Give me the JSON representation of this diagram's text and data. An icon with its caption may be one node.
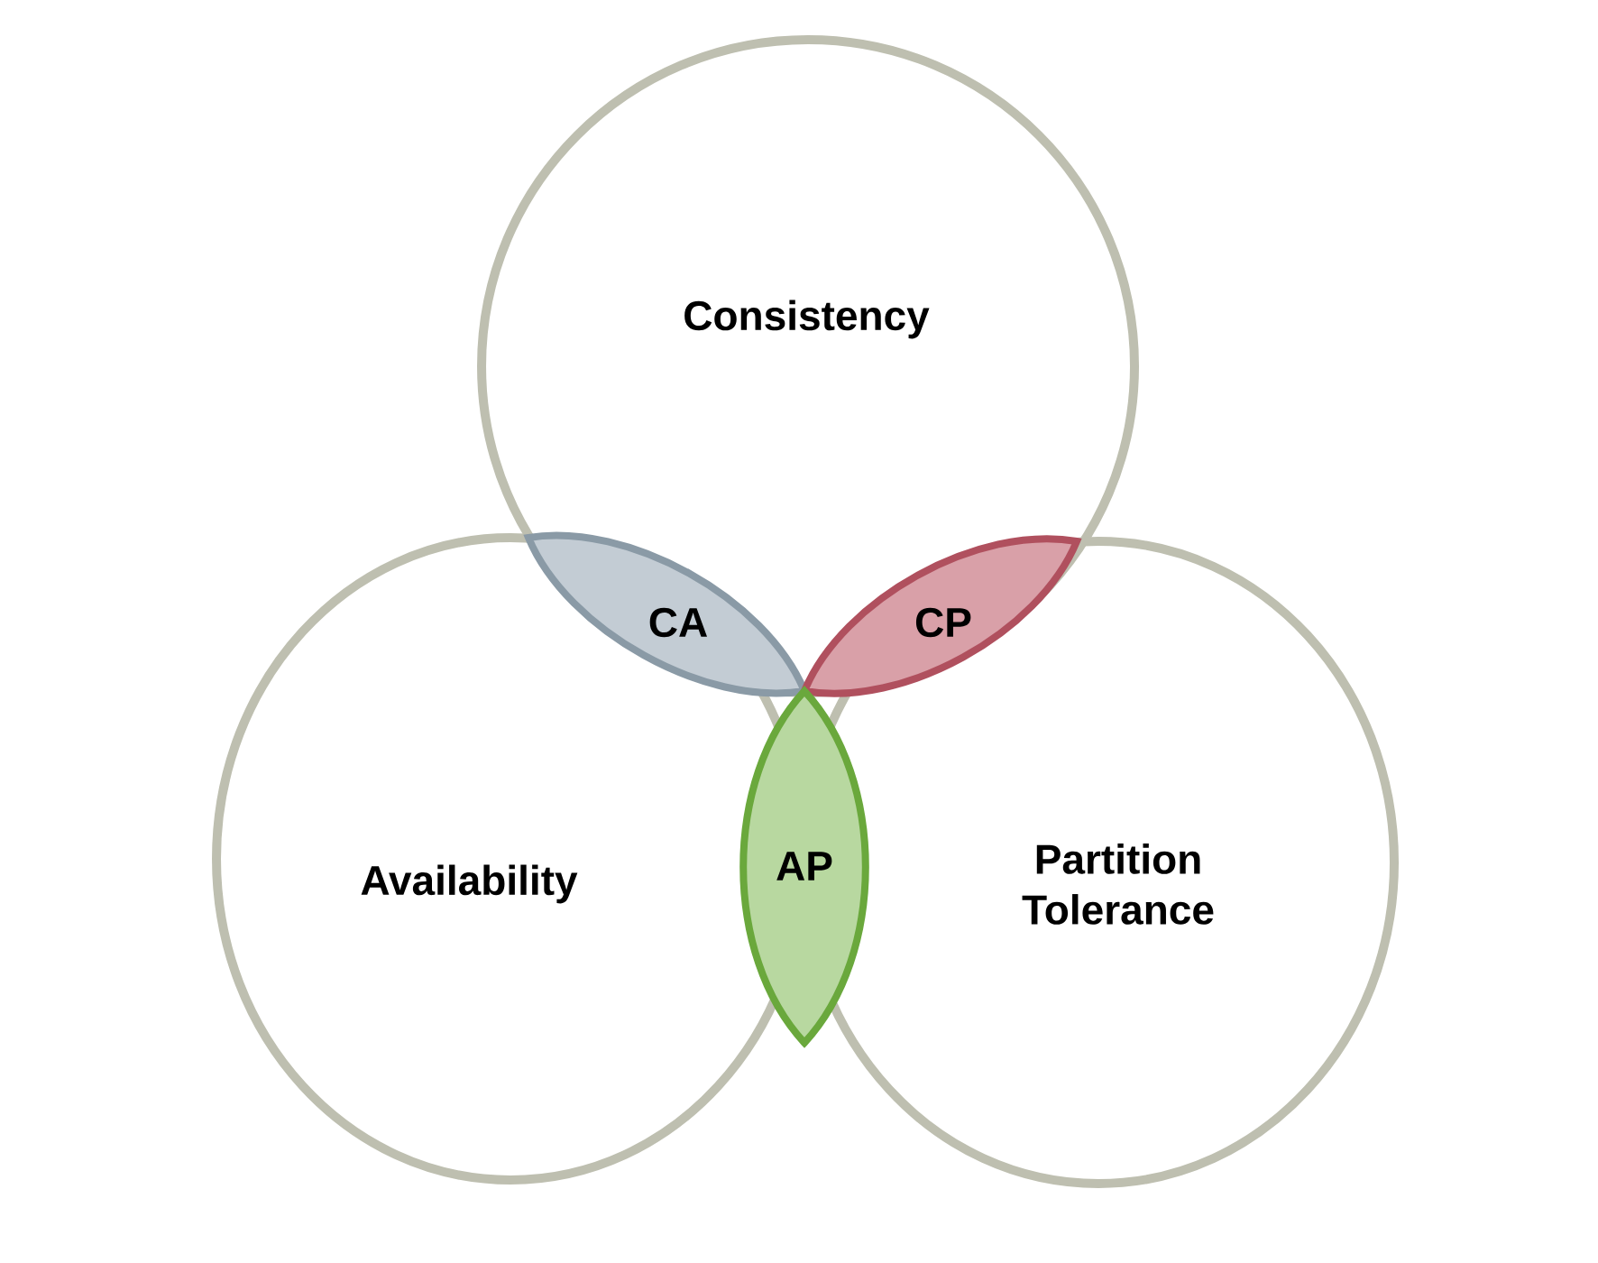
{
  "diagram": {
    "nodes": [
      {
        "text": [
          "Consistency"
        ]
      },
      {
        "text": [
          "Availability"
        ]
      },
      {
        "text": [
          "Partition Tolerance"
        ]
      },
      {
        "text": [
          "CA"
        ]
      },
      {
        "text": [
          "CP"
        ]
      },
      {
        "text": [
          "AP"
        ]
      }
    ]
  }
}
